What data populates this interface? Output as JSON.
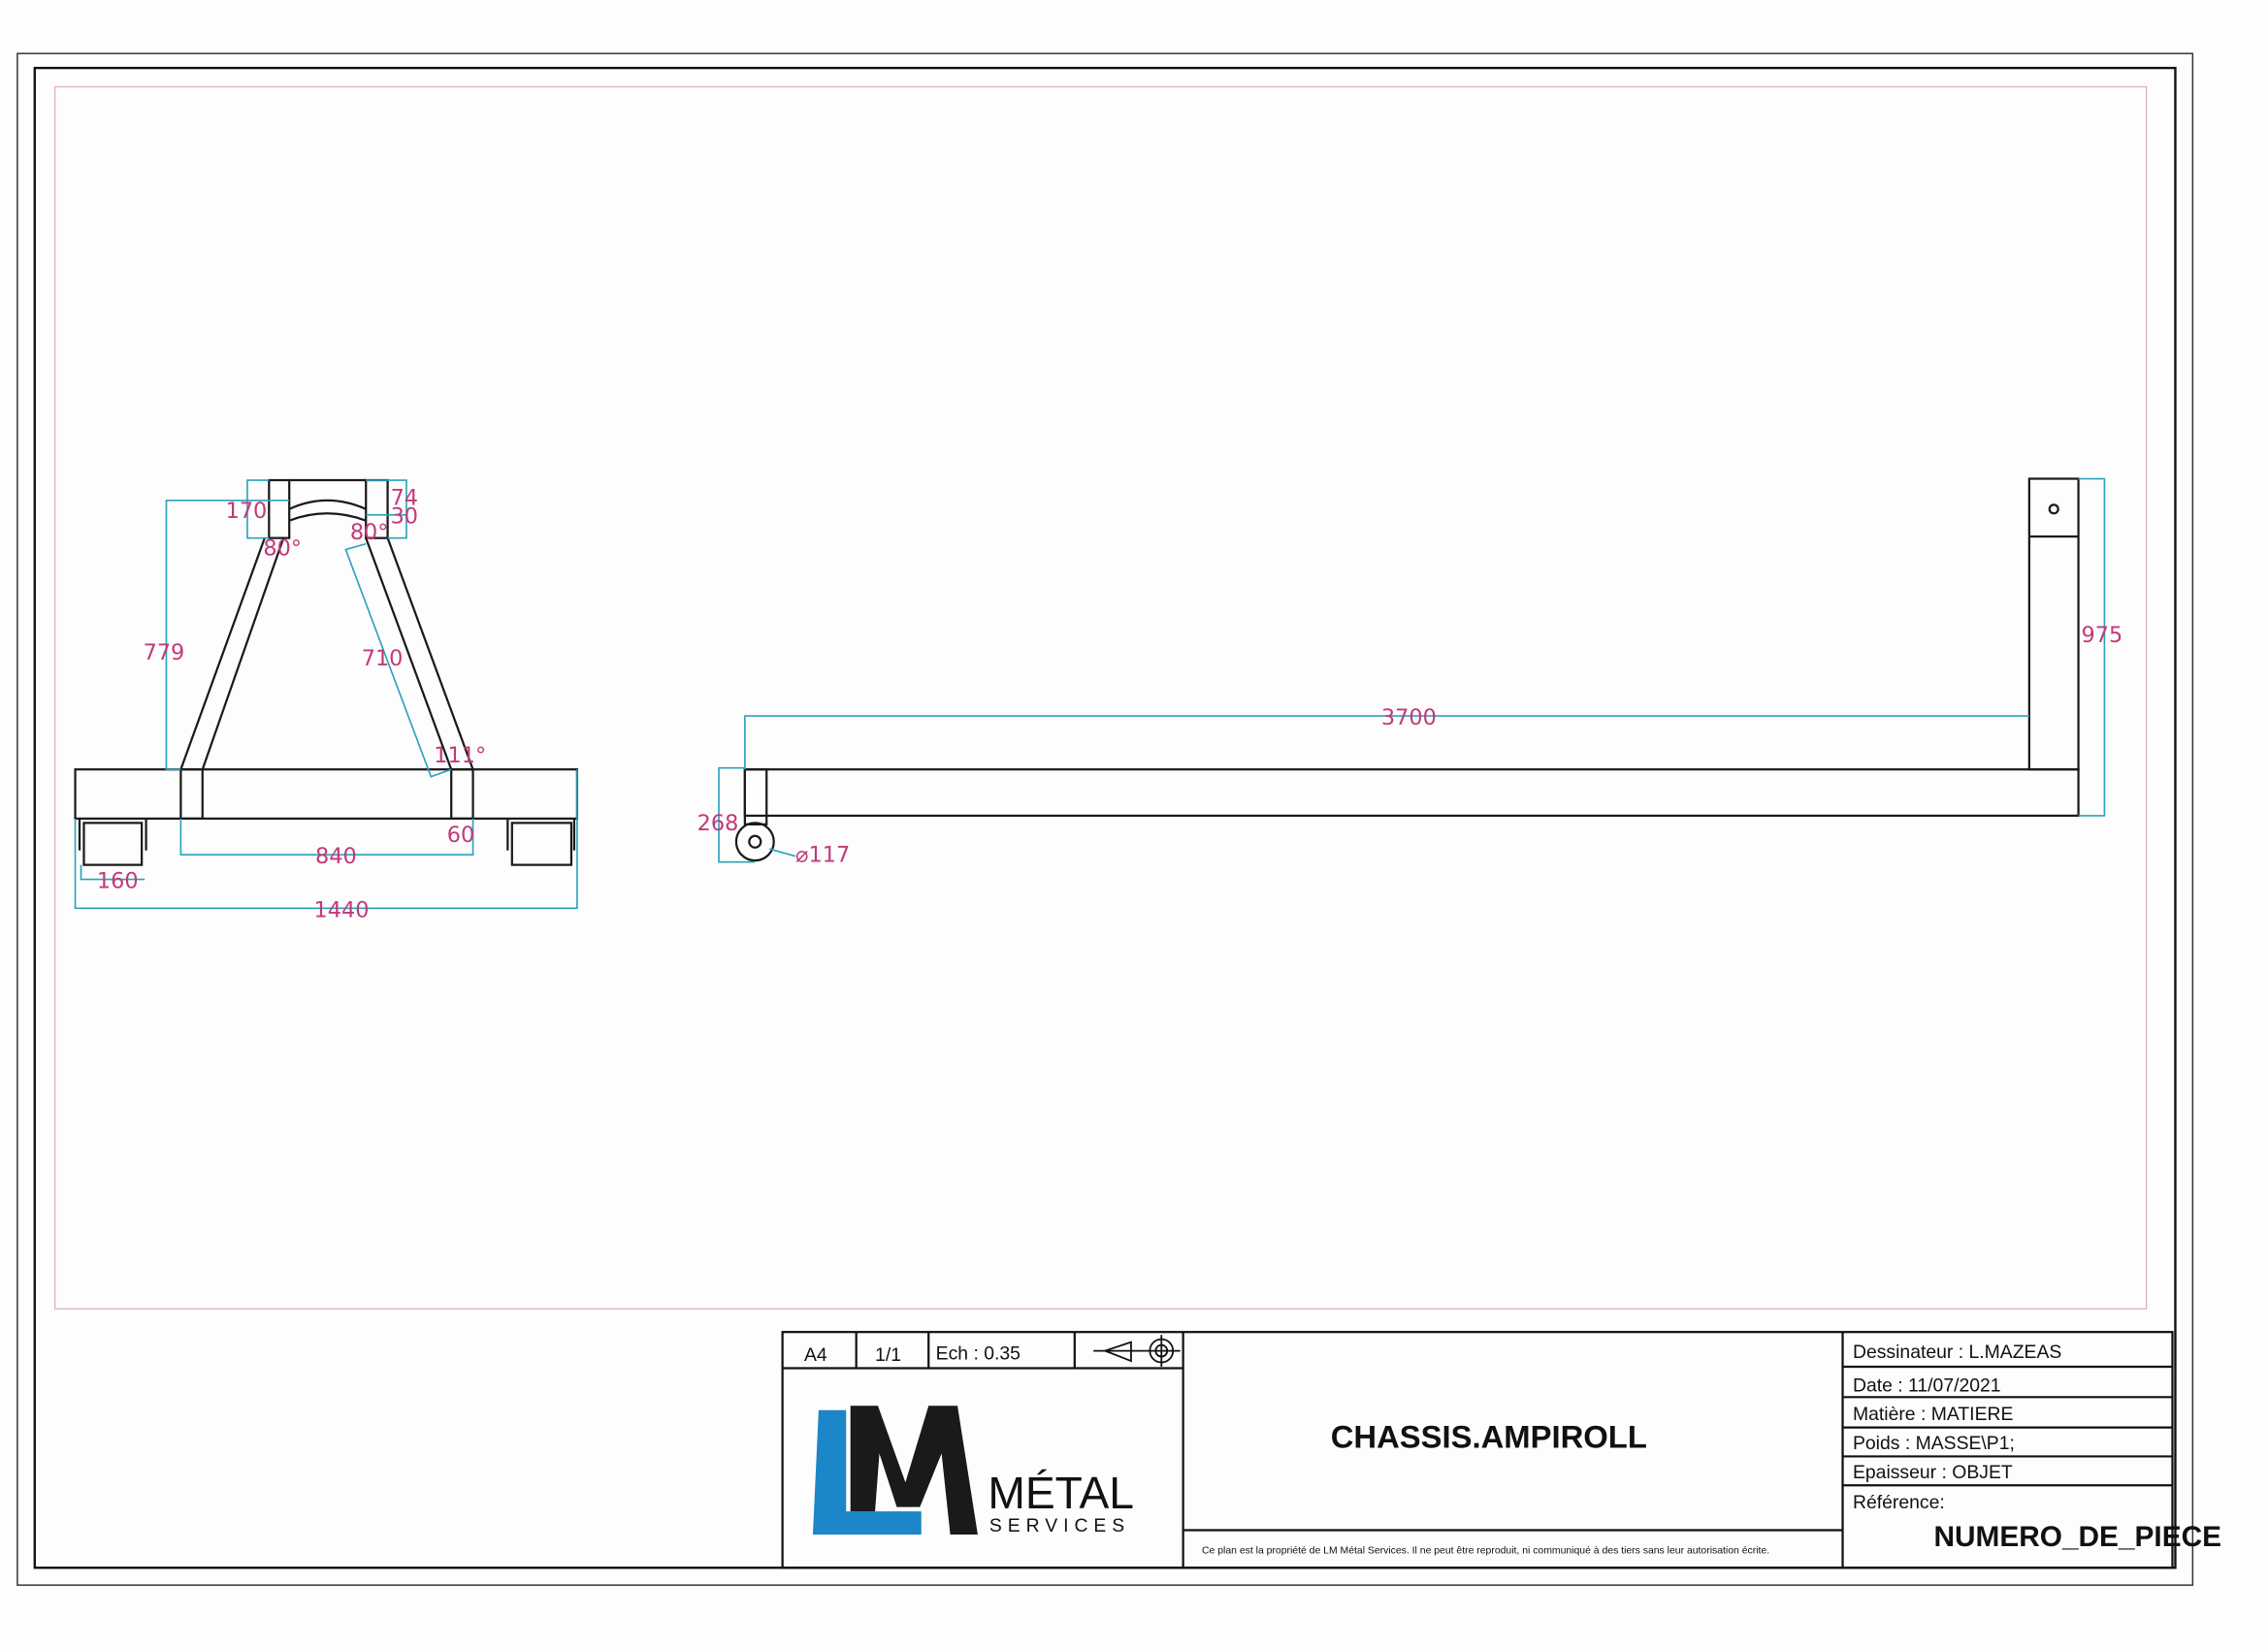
{
  "front_view": {
    "dims": {
      "d170": "170",
      "d74": "74",
      "d30": "30",
      "a80_left": "80°",
      "a80_right": "80°",
      "d779": "779",
      "d710": "710",
      "a111": "111°",
      "d60": "60",
      "d840": "840",
      "d160": "160",
      "d1440": "1440"
    }
  },
  "side_view": {
    "dims": {
      "d3700": "3700",
      "d975": "975",
      "d268": "268",
      "d117": "⌀117"
    }
  },
  "title_block": {
    "format": "A4",
    "sheet": "1/1",
    "scale": "Ech : 0.35",
    "projection_icon": "first-angle-projection-icon",
    "logo": {
      "company_main": "MÉTAL",
      "company_sub": "SERVICES",
      "letters": "LM"
    },
    "title": "CHASSIS.AMPIROLL",
    "notice": "Ce plan est la propriété de LM Métal Services. Il ne peut être reproduit, ni communiqué à des tiers sans leur autorisation écrite.",
    "drafter": "Dessinateur :  L.MAZEAS",
    "date": "Date : 11/07/2021",
    "material": "Matière :  MATIERE",
    "weight": "Poids :  MASSE\\P1;",
    "thickness": "Epaisseur :  OBJET",
    "reference_label": "Référence:",
    "reference_value": "NUMERO_DE_PIECE"
  },
  "colors": {
    "dimension_line": "#2aa3bd",
    "dimension_text": "#c23a78",
    "logo_blue": "#1b86c8"
  }
}
